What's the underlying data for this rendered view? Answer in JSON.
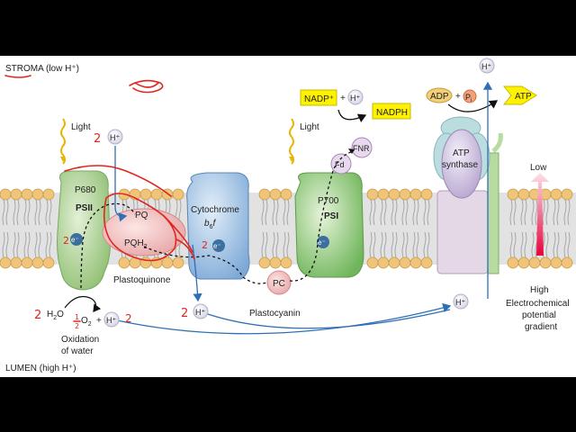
{
  "labels": {
    "stroma": "STROMA (low H⁺)",
    "lumen": "LUMEN (high H⁺)",
    "light1": "Light",
    "light2": "Light",
    "p680": "P680",
    "psii": "PSII",
    "pq": "PQ",
    "pqh2": "PQH",
    "pqh2_sub": "2",
    "plastoquinone": "Plastoquinone",
    "cyt_line1": "Cytochrome",
    "cyt_line2_b": "b",
    "cyt_line2_sub": "6",
    "cyt_line2_f": "f",
    "p700": "P700",
    "psi": "PSI",
    "fd": "Fd",
    "fnr": "FNR",
    "pc": "PC",
    "plastocyanin": "Plastocyanin",
    "nadp": "NADP⁺",
    "plus1": "+",
    "nadph": "NADPH",
    "adp": "ADP",
    "plus2": "+",
    "pi": "P",
    "pi_sub": "i",
    "atp": "ATP",
    "atp_synthase_1": "ATP",
    "atp_synthase_2": "synthase",
    "h2o": "H",
    "h2o_sub": "2",
    "h2o_o": "O",
    "o2_half": "O",
    "o2_sub": "2",
    "plus3": "+",
    "oxidation_1": "Oxidation",
    "oxidation_2": "of water",
    "hplus": "H⁺",
    "electron": "e⁻",
    "low": "Low",
    "high": "High",
    "grad_1": "Electrochemical",
    "grad_2": "potential",
    "grad_3": "gradient"
  },
  "annotations": {
    "coef_2": "2",
    "coef_half": "1",
    "coef_half_den": "2"
  },
  "colors": {
    "membrane_head": "#f0c47a",
    "membrane_tail": "#d6d6d6",
    "psii": "#b9d6a4",
    "psi": "#9fd08c",
    "cytochrome": "#a9c7e6",
    "pq_ellipse": "#f2c2c2",
    "atp_synthase": "#d9cde6",
    "hplus_circle": "#f1f1f8",
    "yellow_box": "#fff200",
    "handwriting": "#e0261f",
    "arrow_blue": "#2f6fb5",
    "gradient_high": "#e8003c"
  }
}
